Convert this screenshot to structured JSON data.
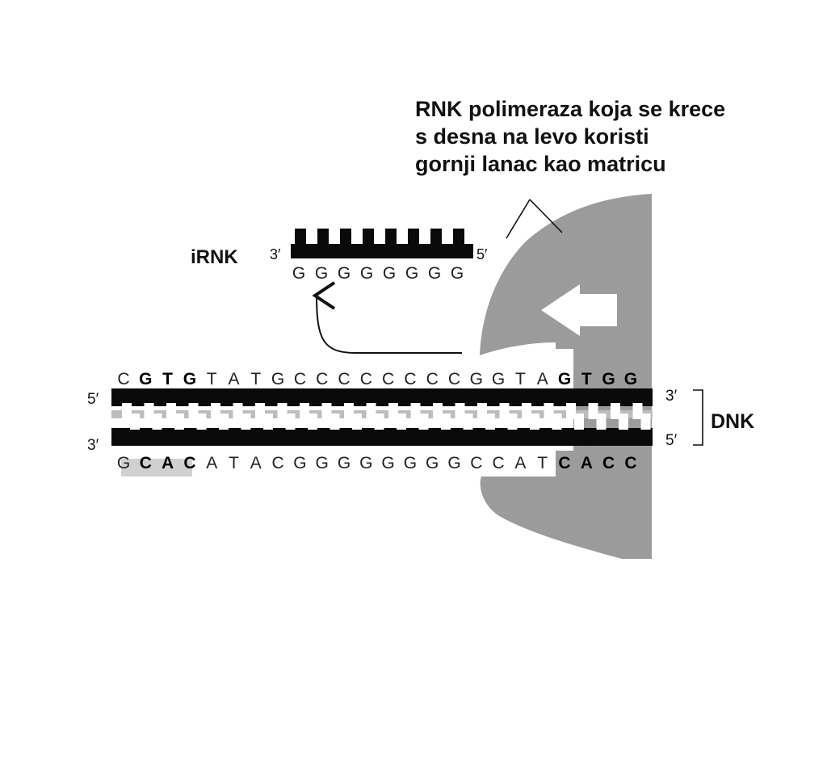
{
  "caption": {
    "line1": "RNK polimeraza koja se krece",
    "line2": "s desna na levo koristi",
    "line3": "gornji lanac kao  matricu"
  },
  "mrna": {
    "label": "iRNK",
    "end_left": "3′",
    "end_right": "5′",
    "bases": [
      "G",
      "G",
      "G",
      "G",
      "G",
      "G",
      "G",
      "G"
    ]
  },
  "dna": {
    "label": "DNK",
    "top_left_end": "5′",
    "top_right_end": "3′",
    "bottom_left_end": "3′",
    "bottom_right_end": "5′",
    "top_bases": [
      "C",
      "G",
      "T",
      "G",
      "T",
      "A",
      "T",
      "G",
      "C",
      "C",
      "C",
      "C",
      "C",
      "C",
      "C",
      "C",
      "G",
      "G",
      "T",
      "A",
      "G",
      "T",
      "G",
      "G"
    ],
    "bottom_bases": [
      "G",
      "C",
      "A",
      "C",
      "A",
      "T",
      "A",
      "C",
      "G",
      "G",
      "G",
      "G",
      "G",
      "G",
      "G",
      "G",
      "C",
      "C",
      "A",
      "T",
      "C",
      "A",
      "C",
      "C"
    ],
    "bold_indices": [
      1,
      2,
      3,
      20,
      21,
      22,
      23
    ]
  },
  "colors": {
    "strand": "#0a0a0a",
    "polymerase": "#8a8a8a",
    "highlight": "#c8c8c8"
  }
}
